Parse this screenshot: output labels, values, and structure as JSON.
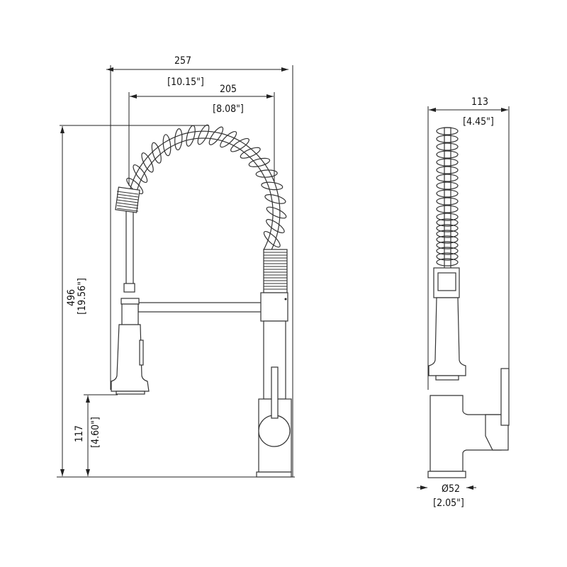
{
  "front_view": {
    "overall_width": {
      "mm": "257",
      "inch": "[10.15\"]"
    },
    "reach": {
      "mm": "205",
      "inch": "[8.08\"]"
    },
    "overall_height": {
      "mm": "496",
      "inch": "[19.56\"]"
    },
    "spout_clearance": {
      "mm": "117",
      "inch": "[4.60\"]"
    }
  },
  "side_view": {
    "depth": {
      "mm": "113",
      "inch": "[4.45\"]"
    },
    "base_diameter": {
      "mm": "Ø52",
      "inch": "[2.05\"]"
    }
  },
  "colors": {
    "line": "#222222",
    "arrow_accent": "#2a8a2a"
  }
}
